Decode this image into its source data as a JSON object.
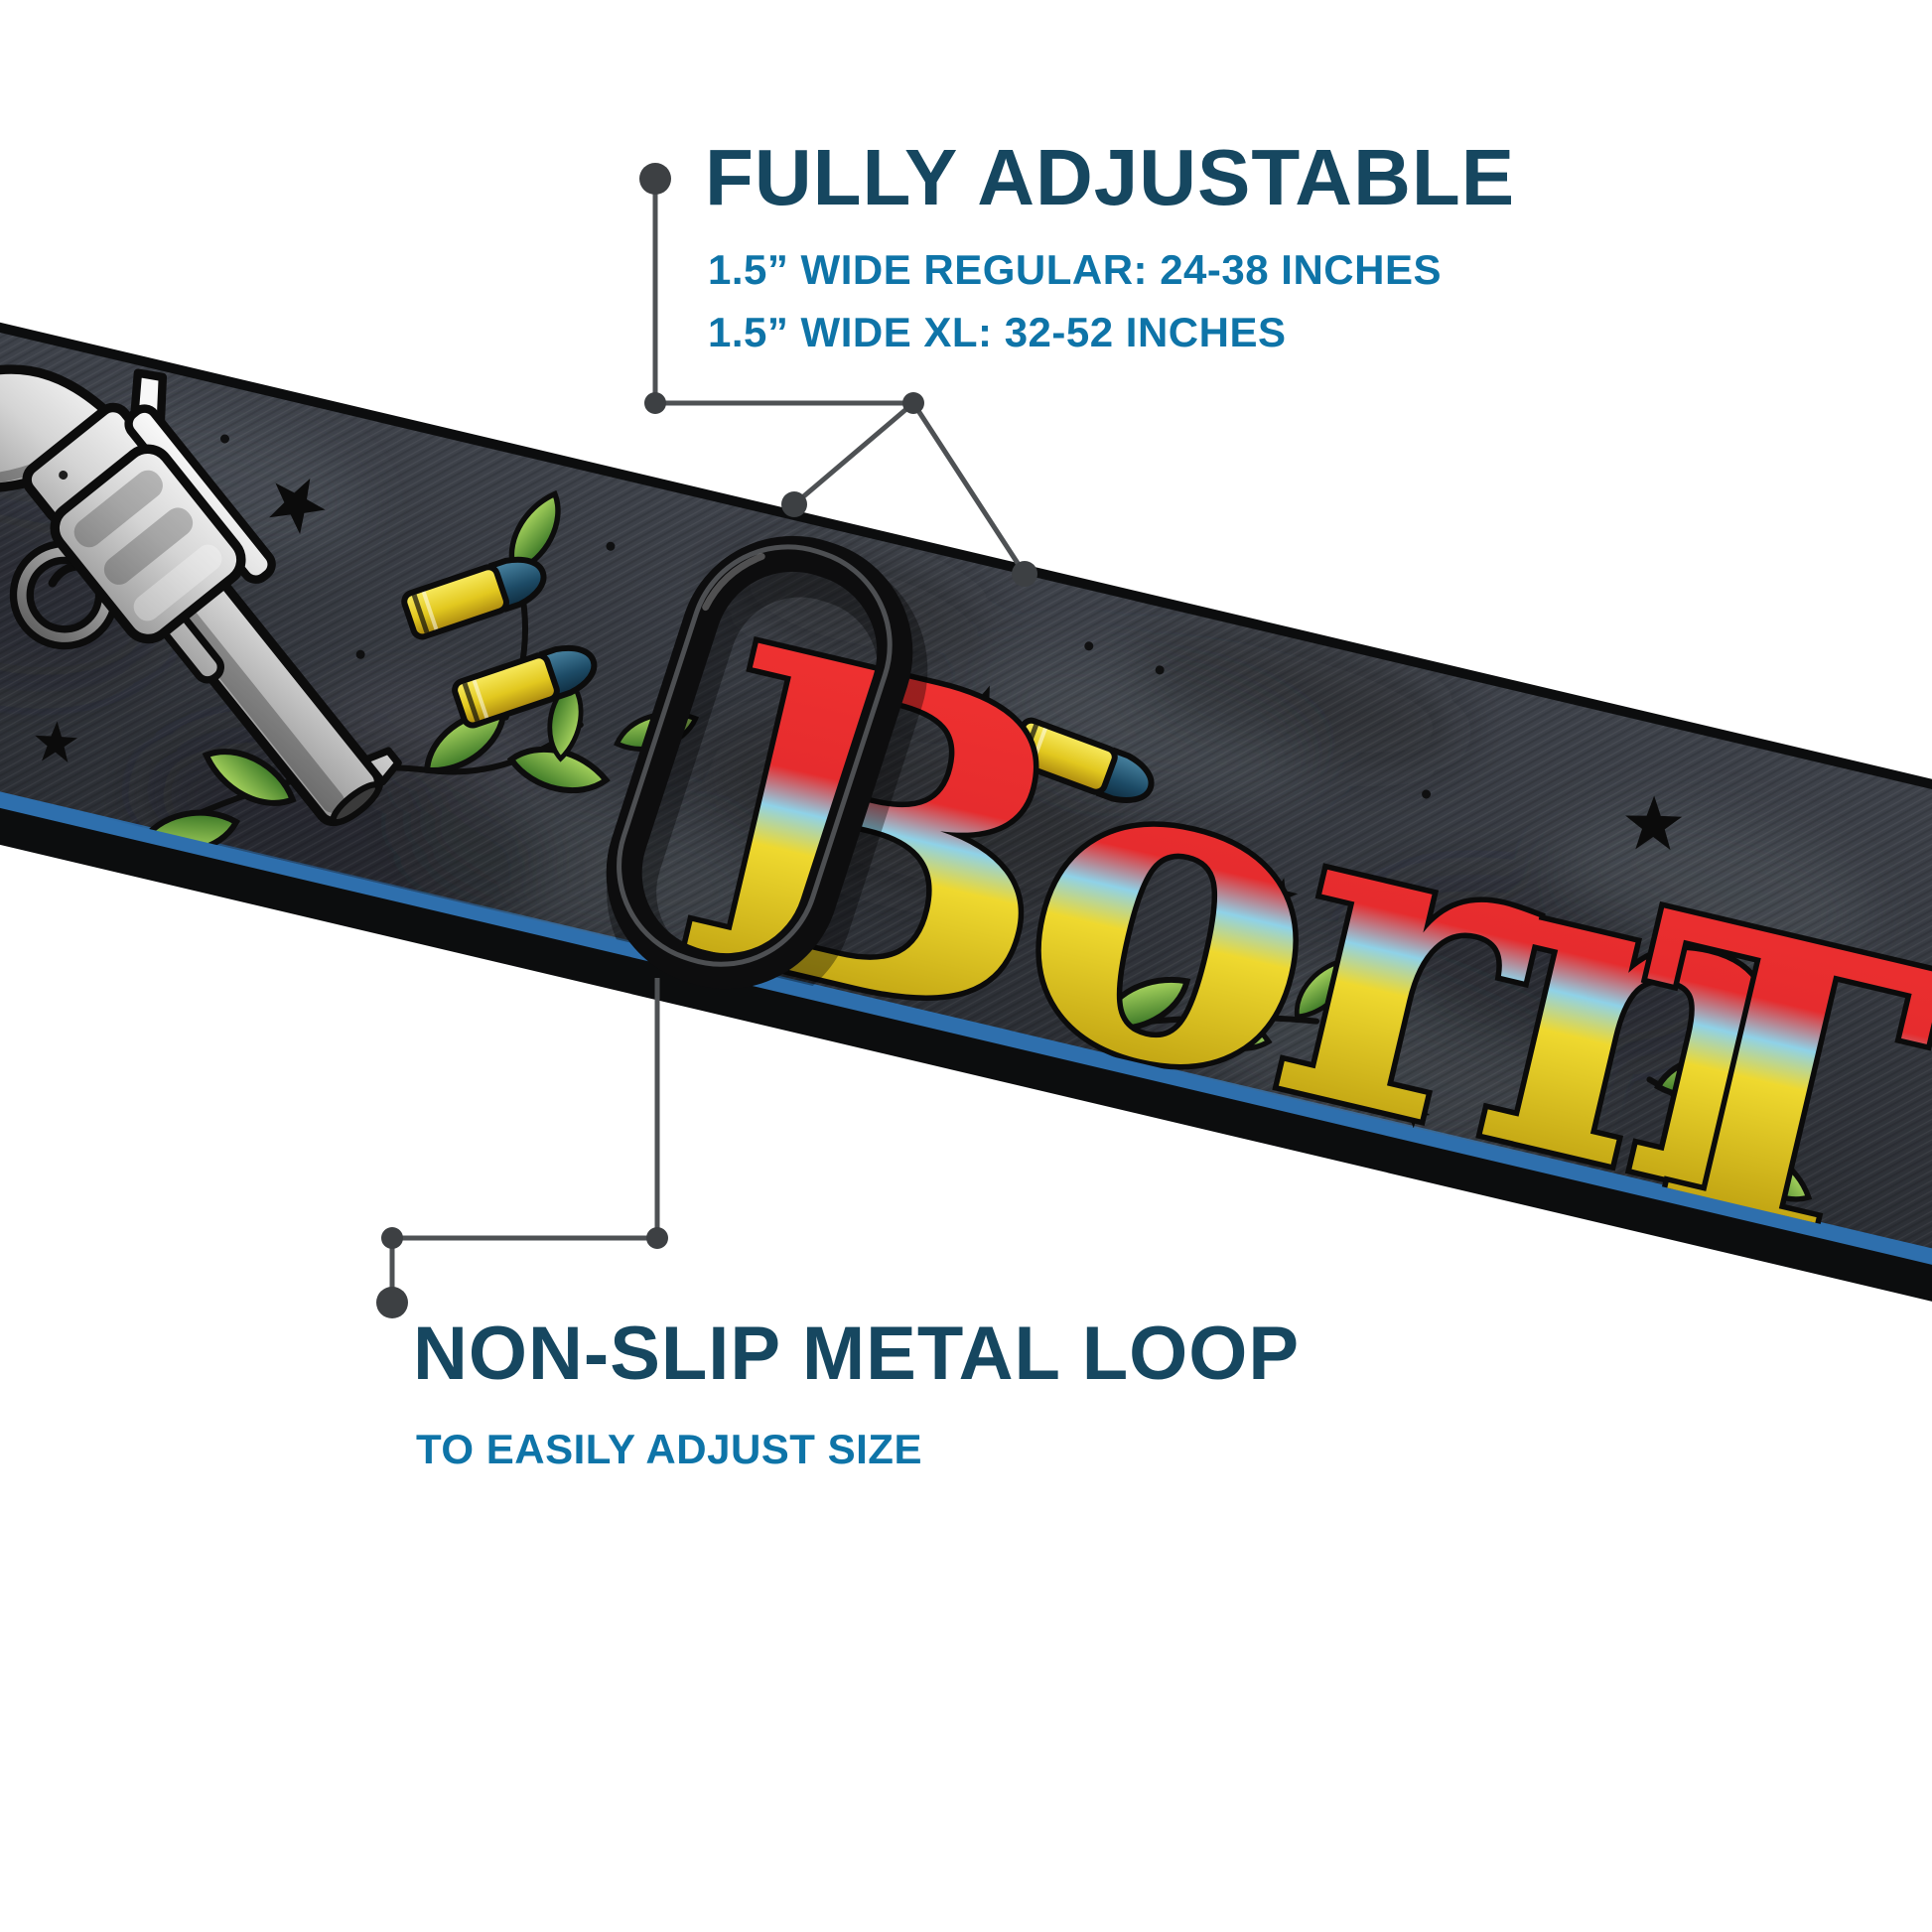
{
  "callout_top": {
    "title": "FULLY ADJUSTABLE",
    "spec_line1": "1.5” WIDE REGULAR: 24-38 INCHES",
    "spec_line2": "1.5” WIDE XL: 32-52 INCHES"
  },
  "callout_bottom": {
    "title": "NON-SLIP METAL LOOP",
    "subtitle": "TO EASILY ADJUST SIZE"
  },
  "strap": {
    "print_text_visible": "Born",
    "print_text_partial": "T",
    "artwork_motifs": [
      "revolver",
      "bullets",
      "leaves",
      "stars"
    ]
  },
  "colors": {
    "background": "#ffffff",
    "heading_navy": "#164760",
    "accent_blue": "#0e74a8",
    "callout_line_gray": "#4e5154",
    "callout_dot_gray": "#3d4043",
    "strap_charcoal": "#34373d",
    "strap_blue_trim": "#2e6fad",
    "loop_black": "#0d0d0e",
    "bullet_yellow": "#e2c81f",
    "bullet_tip_navy": "#1d4b66",
    "leaf_green": "#3c7827",
    "gothic_red": "#e62c2e",
    "gothic_yellow": "#efd92f",
    "gothic_blue": "#8fd2e8",
    "revolver_silver": "#d4d4d4"
  }
}
